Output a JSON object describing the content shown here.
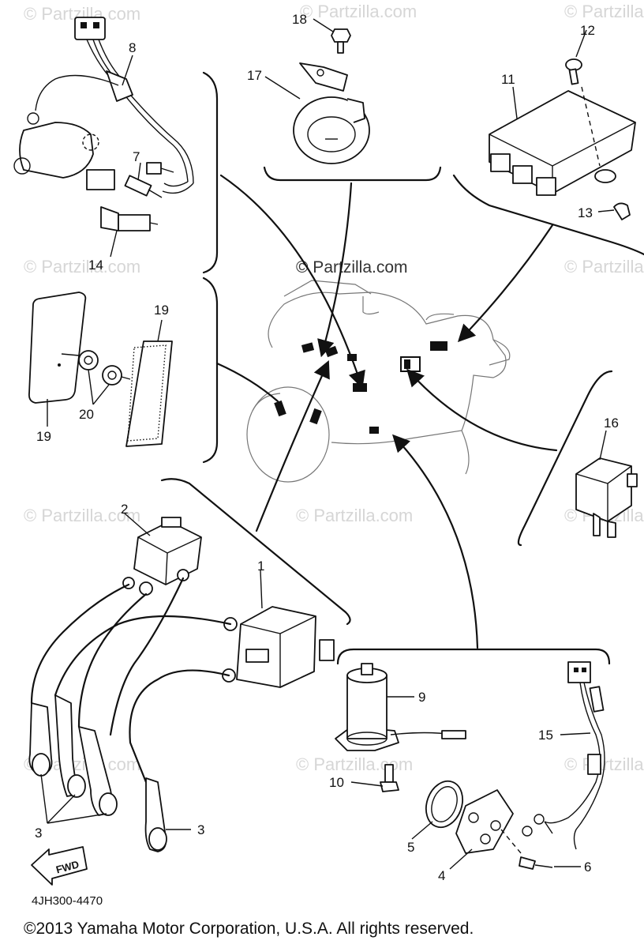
{
  "watermark": "© Partzilla.com",
  "labels": {
    "p1": "1",
    "p2": "2",
    "p3a": "3",
    "p3b": "3",
    "p4": "4",
    "p5": "5",
    "p6": "6",
    "p7": "7",
    "p8": "8",
    "p9": "9",
    "p10": "10",
    "p11": "11",
    "p12": "12",
    "p13": "13",
    "p14": "14",
    "p15": "15",
    "p16": "16",
    "p17": "17",
    "p18": "18",
    "p19a": "19",
    "p19b": "19",
    "p20": "20"
  },
  "fwd_label": "FWD",
  "diagram_code": "4JH300-4470",
  "copyright": "©2013  Yamaha Motor Corporation, U.S.A. All rights reserved."
}
